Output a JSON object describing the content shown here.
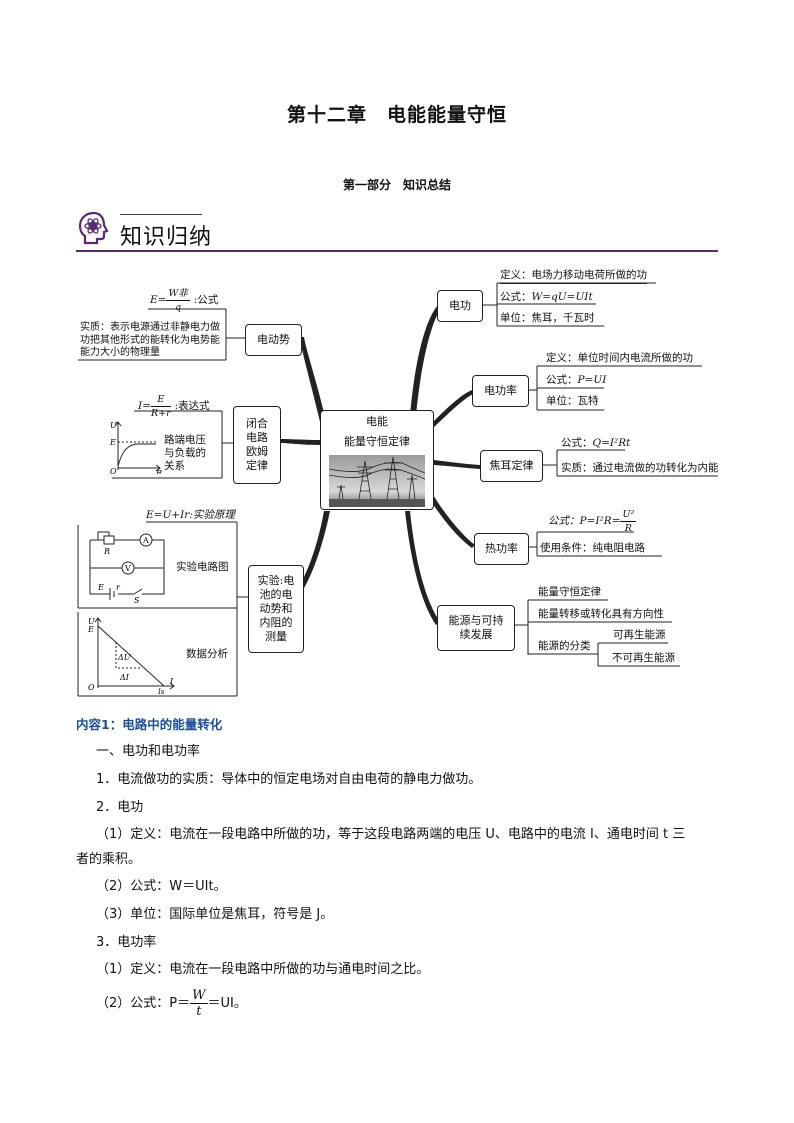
{
  "title": "第十二章　电能能量守恒",
  "subtitle": "第一部分　知识总结",
  "header": {
    "label": "知识归纳",
    "icon": "brain-atom-icon"
  },
  "mindmap": {
    "center": {
      "line1": "电能",
      "line2": "能量守恒定律"
    },
    "left": {
      "emf": {
        "node": "电动势",
        "formula_lhs": "E=",
        "formula_num": "W非",
        "formula_den": "q",
        "formula_note": ":公式",
        "essence": "实质：表示电源通过非静电力做功把其他形式的能转化为电势能能力大小的物理量"
      },
      "ohm": {
        "node": "闭合电路欧姆定律",
        "formula_lhs": "I=",
        "formula_num": "E",
        "formula_den": "R+r",
        "formula_note": ":表达式",
        "graph_note": "路端电压与负载的关系",
        "axis_u": "U",
        "axis_e": "E",
        "axis_o": "O",
        "axis_r": "R"
      },
      "experiment": {
        "node": "实验:电池的电动势和内阻的测量",
        "principle": "E=U+Ir:实验原理",
        "circuit_label": "实验电路图",
        "data_label": "数据分析",
        "circuit_r": "R",
        "circuit_a": "A",
        "circuit_v": "V",
        "circuit_e": "E",
        "circuit_ir": "r",
        "circuit_s": "S",
        "g_u": "U",
        "g_e": "E",
        "g_o": "O",
        "g_i": "I",
        "g_is": "Is",
        "g_du": "ΔU",
        "g_di": "ΔI"
      }
    },
    "right": {
      "work": {
        "node": "电功",
        "items": [
          "定义：电场力移动电荷所做的功",
          "公式：W=qU=UIt",
          "单位：焦耳，千瓦时"
        ]
      },
      "power": {
        "node": "电功率",
        "items": [
          "定义：单位时间内电流所做的功",
          "公式：P=UI",
          "单位：瓦特"
        ]
      },
      "joule": {
        "node": "焦耳定律",
        "items": [
          "公式：Q=I²Rt",
          "实质：通过电流做的功转化为内能"
        ]
      },
      "heat": {
        "node": "热功率",
        "formula_lhs": "公式：P=I²R=",
        "formula_num": "U²",
        "formula_den": "R",
        "condition": "使用条件：纯电阻电路"
      },
      "energy": {
        "node": "能源与可持续发展",
        "items": [
          "能量守恒定律",
          "能量转移或转化具有方向性"
        ],
        "class_label": "能源的分类",
        "class_items": [
          "可再生能源",
          "不可再生能源"
        ]
      }
    }
  },
  "content": {
    "heading": "内容1：电路中的能量转化",
    "sec1": "一、电功和电功率",
    "p1": "1．电流做功的实质：导体中的恒定电场对自由电荷的静电力做功。",
    "p2": "2．电功",
    "p3a": "（1）定义：电流在一段电路中所做的功，等于这段电路两端的电压 U、电路中的电流 I、通电时间 t 三",
    "p3b": "者的乘积。",
    "p4": "（2）公式：W＝UIt。",
    "p5": "（3）单位：国际单位是焦耳，符号是 J。",
    "p6": "3．电功率",
    "p7": "（1）定义：电流在一段电路中所做的功与通电时间之比。",
    "p8_lhs": "（2）公式：P＝",
    "p8_num": "W",
    "p8_den": "t",
    "p8_rhs": "＝UI。"
  },
  "colors": {
    "accent": "#5b2a6e",
    "heading_blue": "#1a4f9c"
  }
}
